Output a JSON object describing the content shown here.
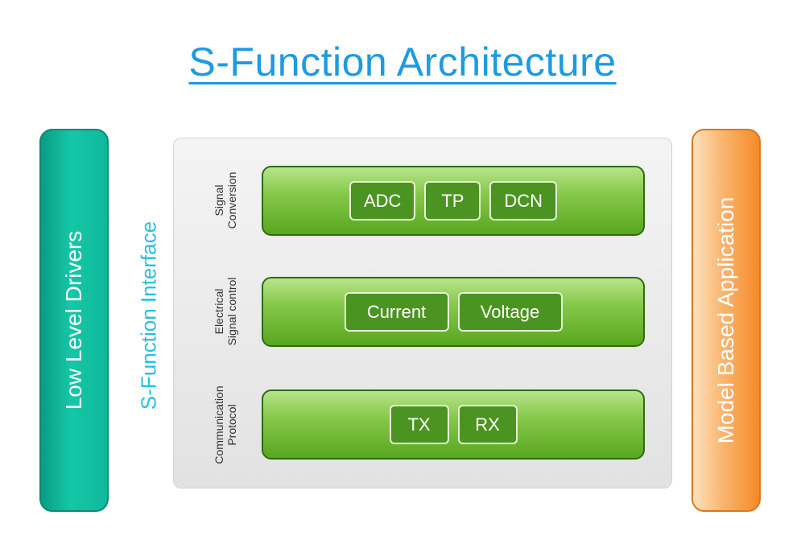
{
  "title": "S-Function Architecture",
  "left_bar": {
    "label": "Low Level Drivers"
  },
  "right_bar": {
    "label": "Model Based Application"
  },
  "interface_label": "S-Function Interface",
  "rows": [
    {
      "label_line1": "Signal",
      "label_line2": "Conversion",
      "chips": [
        "ADC",
        "TP",
        "DCN"
      ]
    },
    {
      "label_line1": "Electrical",
      "label_line2": "Signal control",
      "chips": [
        "Current",
        "Voltage"
      ]
    },
    {
      "label_line1": "Communication",
      "label_line2": "Protocol",
      "chips": [
        "TX",
        "RX"
      ]
    }
  ],
  "colors": {
    "title": "#1e9be0",
    "interface_label": "#22c2e0",
    "left_bar": "#14c7a6",
    "right_bar": "#f58a2a",
    "row_bar": "#86c84a",
    "chip": "#4c9421"
  }
}
